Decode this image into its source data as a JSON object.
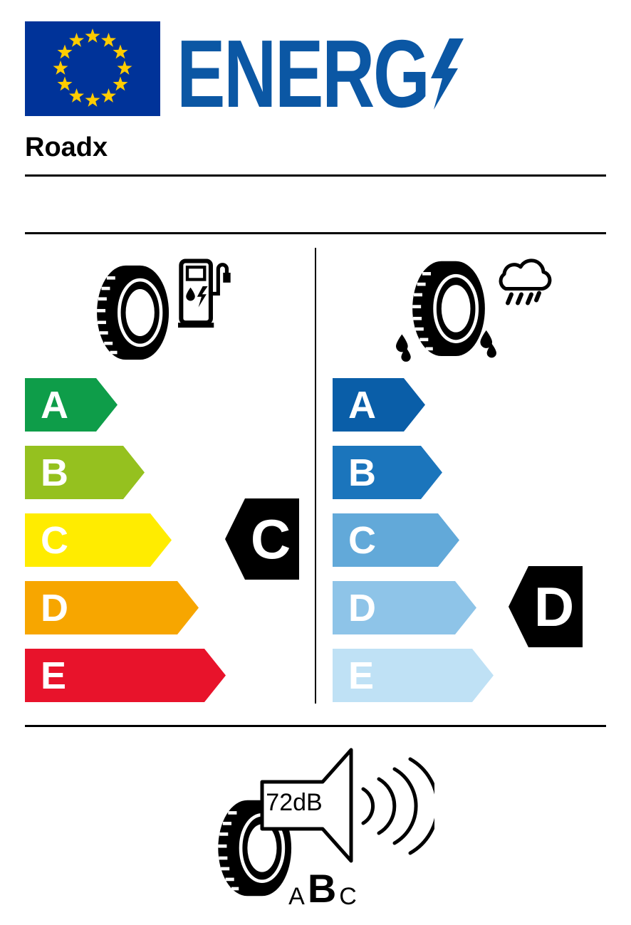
{
  "header": {
    "energ_text": "ENERG",
    "brand": "Roadx"
  },
  "fuel_efficiency": {
    "grades": [
      {
        "letter": "A",
        "color": "#0E9D49"
      },
      {
        "letter": "B",
        "color": "#95C11F"
      },
      {
        "letter": "C",
        "color": "#FFEC00"
      },
      {
        "letter": "D",
        "color": "#F7A600"
      },
      {
        "letter": "E",
        "color": "#E8132B"
      }
    ],
    "selected": "C"
  },
  "wet_grip": {
    "grades": [
      {
        "letter": "A",
        "color": "#0A5EA8"
      },
      {
        "letter": "B",
        "color": "#1B75BC"
      },
      {
        "letter": "C",
        "color": "#62A9D9"
      },
      {
        "letter": "D",
        "color": "#8EC4E8"
      },
      {
        "letter": "E",
        "color": "#BFE1F5"
      }
    ],
    "selected": "D"
  },
  "noise": {
    "value": "72dB",
    "classes": [
      "A",
      "B",
      "C"
    ],
    "selected": "B"
  },
  "colors": {
    "eu_flag_blue": "#003399",
    "star_yellow": "#FFCC00",
    "energ_blue": "#0B57A4",
    "selected_marker_black": "#000000"
  },
  "icons": {
    "header": [
      "eu-flag",
      "lightning-bolt-icon"
    ],
    "fuel_section": [
      "tire-icon",
      "fuel-pump-icon"
    ],
    "wet_grip_section": [
      "wet-tire-icon",
      "rain-cloud-icon"
    ],
    "noise_section": [
      "tire-icon",
      "speaker-icon",
      "sound-waves-icon"
    ]
  }
}
